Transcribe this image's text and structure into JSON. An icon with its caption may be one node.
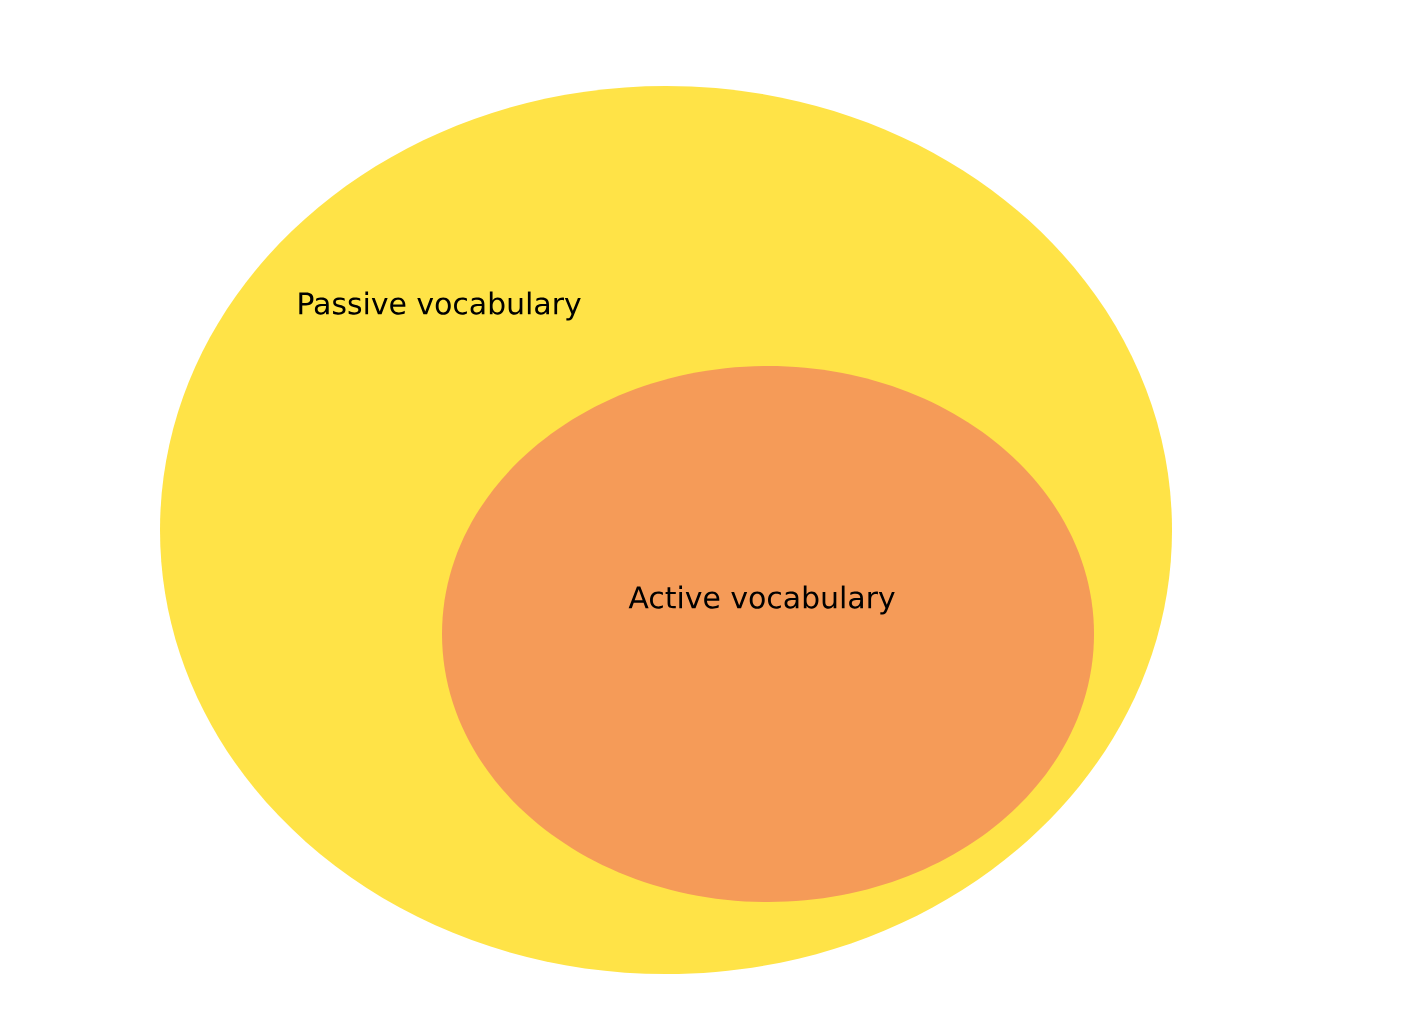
{
  "diagram": {
    "nodes": [
      {
        "text": [
          "Passive vocabulary"
        ]
      },
      {
        "text": [
          "Active vocabulary"
        ],
        "in": 0
      }
    ]
  }
}
